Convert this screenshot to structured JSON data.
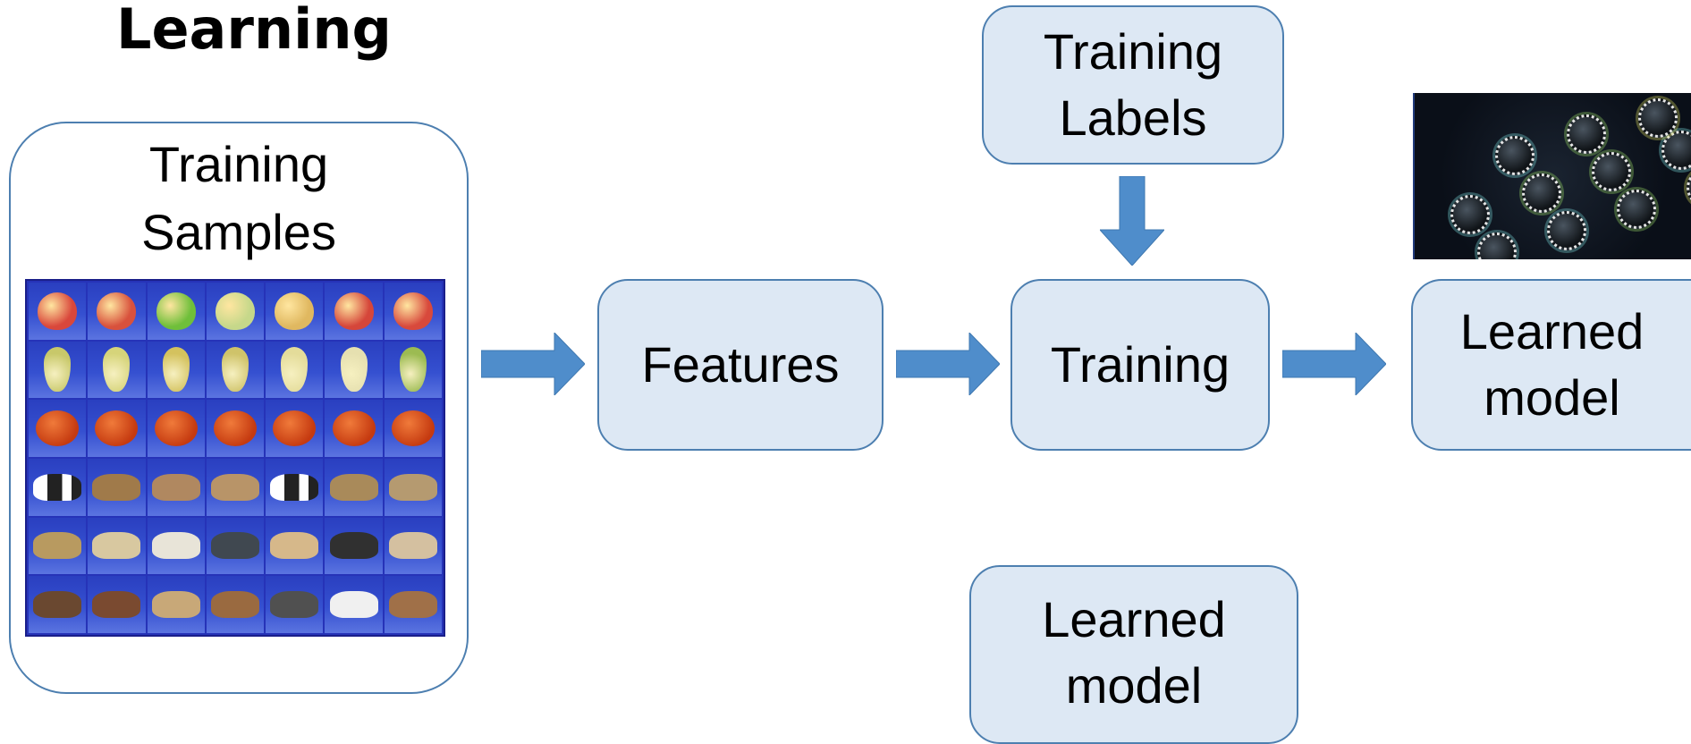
{
  "title": "Learning",
  "training_samples": {
    "label": "Training\nSamples"
  },
  "boxes": {
    "training_labels": "Training\nLabels",
    "features": "Features",
    "training": "Training",
    "learned_model_top": "Learned\nmodel",
    "learned_model_bottom": "Learned\nmodel"
  },
  "sample_grid": {
    "rows": [
      "apple",
      "pear",
      "tomato",
      "cow",
      "dog",
      "horse"
    ],
    "columns": 7
  },
  "colors": {
    "box_fill": "#dde8f4",
    "box_border": "#4d7fb0",
    "arrow": "#4f8dcb",
    "grid_background": "#2633b8"
  }
}
